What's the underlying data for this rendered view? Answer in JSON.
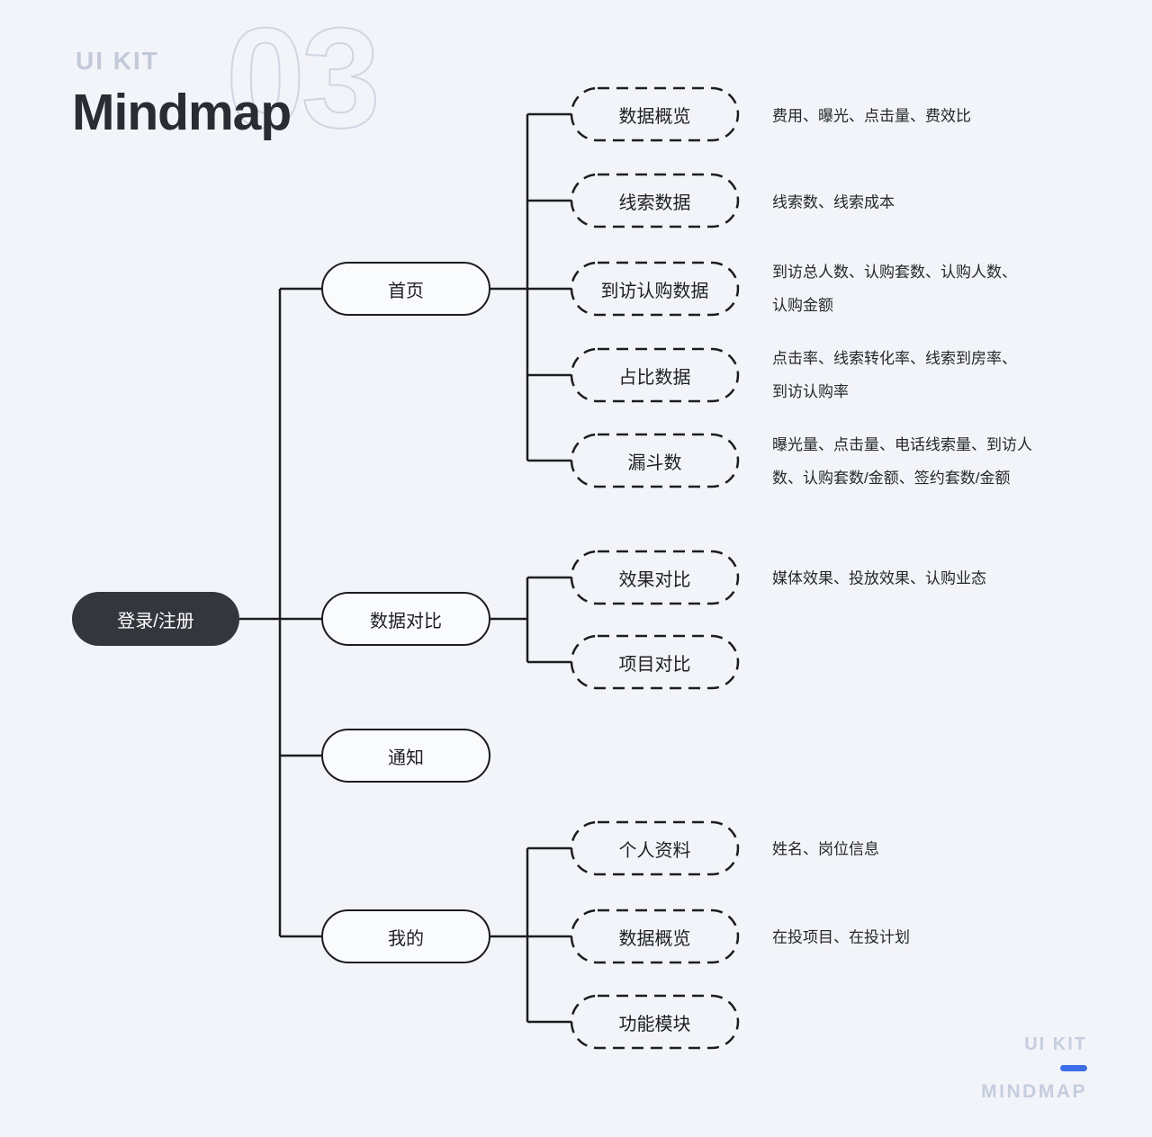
{
  "header": {
    "kicker": "UI KIT",
    "title": "Mindmap",
    "number": "03"
  },
  "footer": {
    "kicker": "UI KIT",
    "title": "MINDMAP"
  },
  "colors": {
    "background": "#f2f4f9",
    "line": "#1c1d21",
    "root_fill": "#34363d",
    "root_text": "#ffffff",
    "accent_blue": "#3d6fe8",
    "muted_text": "#c5cdde"
  },
  "mindmap": {
    "root": {
      "label": "登录/注册"
    },
    "branches": [
      {
        "label": "首页",
        "children": [
          {
            "label": "数据概览",
            "note": "费用、曝光、点击量、费效比"
          },
          {
            "label": "线索数据",
            "note": "线索数、线索成本"
          },
          {
            "label": "到访认购数据",
            "note": "到访总人数、认购套数、认购人数、\n认购金额"
          },
          {
            "label": "占比数据",
            "note": "点击率、线索转化率、线索到房率、\n到访认购率"
          },
          {
            "label": "漏斗数",
            "note": "曝光量、点击量、电话线索量、到访人\n数、认购套数/金额、签约套数/金额"
          }
        ]
      },
      {
        "label": "数据对比",
        "children": [
          {
            "label": "效果对比",
            "note": "媒体效果、投放效果、认购业态"
          },
          {
            "label": "项目对比"
          }
        ]
      },
      {
        "label": "通知",
        "children": []
      },
      {
        "label": "我的",
        "children": [
          {
            "label": "个人资料",
            "note": "姓名、岗位信息"
          },
          {
            "label": "数据概览",
            "note": "在投项目、在投计划"
          },
          {
            "label": "功能模块"
          }
        ]
      }
    ]
  }
}
